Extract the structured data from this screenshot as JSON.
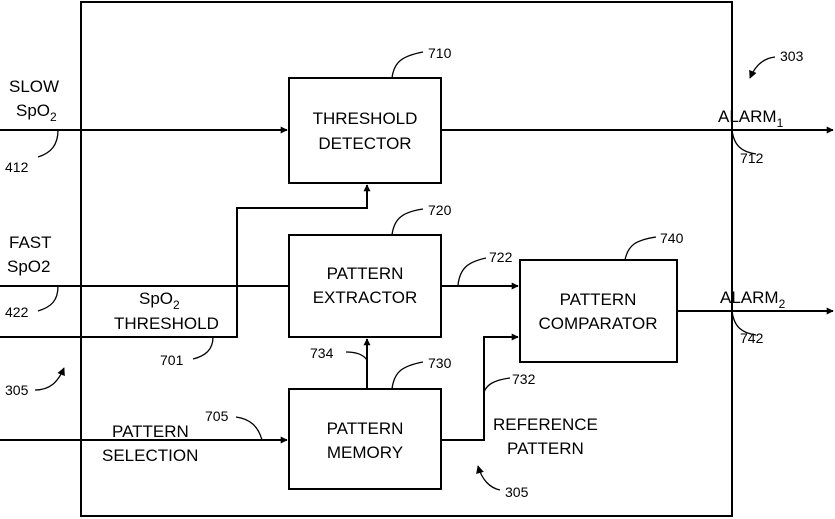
{
  "blocks": {
    "threshold_detector": {
      "line1": "THRESHOLD",
      "line2": "DETECTOR",
      "ref": "710"
    },
    "pattern_extractor": {
      "line1": "PATTERN",
      "line2": "EXTRACTOR",
      "ref": "720"
    },
    "pattern_memory": {
      "line1": "PATTERN",
      "line2": "MEMORY",
      "ref": "730"
    },
    "pattern_comparator": {
      "line1": "PATTERN",
      "line2": "COMPARATOR",
      "ref": "740"
    }
  },
  "signals": {
    "slow_spo2": {
      "line1": "SLOW",
      "line2_base": "SpO",
      "line2_sub": "2",
      "ref": "412"
    },
    "fast_spo2": {
      "line1": "FAST",
      "line2": "SpO2",
      "ref": "422"
    },
    "spo2_threshold": {
      "line1_base": "SpO",
      "line1_sub": "2",
      "line2": "THRESHOLD",
      "ref": "701"
    },
    "pattern_selection": {
      "line1": "PATTERN",
      "line2": "SELECTION",
      "ref": "705"
    },
    "alarm1": {
      "base": "ALARM",
      "sub": "1",
      "ref": "712"
    },
    "alarm2": {
      "base": "ALARM",
      "sub": "2",
      "ref": "742"
    },
    "reference_pattern": {
      "line1": "REFERENCE",
      "line2": "PATTERN",
      "ref": "732"
    },
    "extractor_to_comparator": {
      "ref": "722"
    },
    "memory_to_extractor": {
      "ref": "734"
    }
  },
  "refs": {
    "system": "303",
    "left_marker": "305",
    "bottom_marker": "305"
  }
}
